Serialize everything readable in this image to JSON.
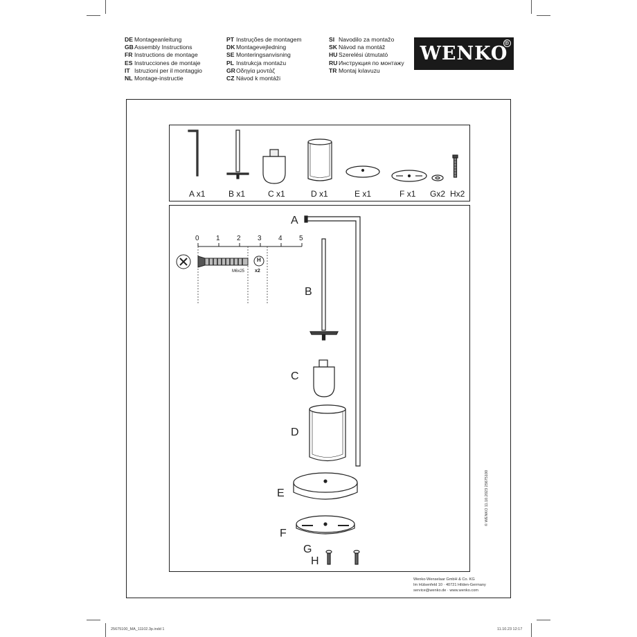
{
  "languages": {
    "col1": [
      {
        "code": "DE",
        "text": "Montageanleitung"
      },
      {
        "code": "GB",
        "text": "Assembly Instructions"
      },
      {
        "code": "FR",
        "text": "Instructions de montage"
      },
      {
        "code": "ES",
        "text": "Instrucciones de montaje"
      },
      {
        "code": "IT",
        "text": "Istruzioni per il montaggio"
      },
      {
        "code": "NL",
        "text": "Montage-instructie"
      }
    ],
    "col2": [
      {
        "code": "PT",
        "text": "Instruções de montagem"
      },
      {
        "code": "DK",
        "text": "Montagevejledning"
      },
      {
        "code": "SE",
        "text": "Monteringsanvisning"
      },
      {
        "code": "PL",
        "text": "Instrukcja montażu"
      },
      {
        "code": "GR",
        "text": "Οδηγία μοντάζ"
      },
      {
        "code": "CZ",
        "text": "Návod k montáži"
      }
    ],
    "col3": [
      {
        "code": "SI",
        "text": "Navodilo za montažo"
      },
      {
        "code": "SK",
        "text": "Návod na montáž"
      },
      {
        "code": "HU",
        "text": "Szerelési útmutató"
      },
      {
        "code": "RU",
        "text": "Инструкция по монтажу"
      },
      {
        "code": "TR",
        "text": "Montaj kılavuzu"
      }
    ]
  },
  "brand": {
    "logo_text": "WENKO",
    "reg_mark": "®"
  },
  "parts": [
    {
      "letter": "A",
      "qty": "x1"
    },
    {
      "letter": "B",
      "qty": "x1"
    },
    {
      "letter": "C",
      "qty": "x1"
    },
    {
      "letter": "D",
      "qty": "x1"
    },
    {
      "letter": "E",
      "qty": "x1"
    },
    {
      "letter": "F",
      "qty": "x1"
    },
    {
      "letter": "G",
      "qty": "x2"
    },
    {
      "letter": "H",
      "qty": "x2"
    }
  ],
  "ruler": {
    "ticks": [
      "0",
      "1",
      "2",
      "3",
      "4",
      "5"
    ]
  },
  "screw": {
    "size": "M6x25",
    "part": "H",
    "qty": "x2"
  },
  "assembly_letters": {
    "A": "A",
    "B": "B",
    "C": "C",
    "D": "D",
    "E": "E",
    "F": "F",
    "G": "G",
    "H": "H"
  },
  "imprint": {
    "line1": "Wenko-Wenselaar GmbH & Co. KG",
    "line2": "Im Hülsenfeld 10 · 40721 Hilden-Germany",
    "line3": "service@wenko.de · www.wenko.com"
  },
  "side_text": "© WENKO  11.10.2023  25675100",
  "footer": {
    "left": "25675100_MA_11102.3p.indd   1",
    "right": "11.10.23   12:17"
  }
}
